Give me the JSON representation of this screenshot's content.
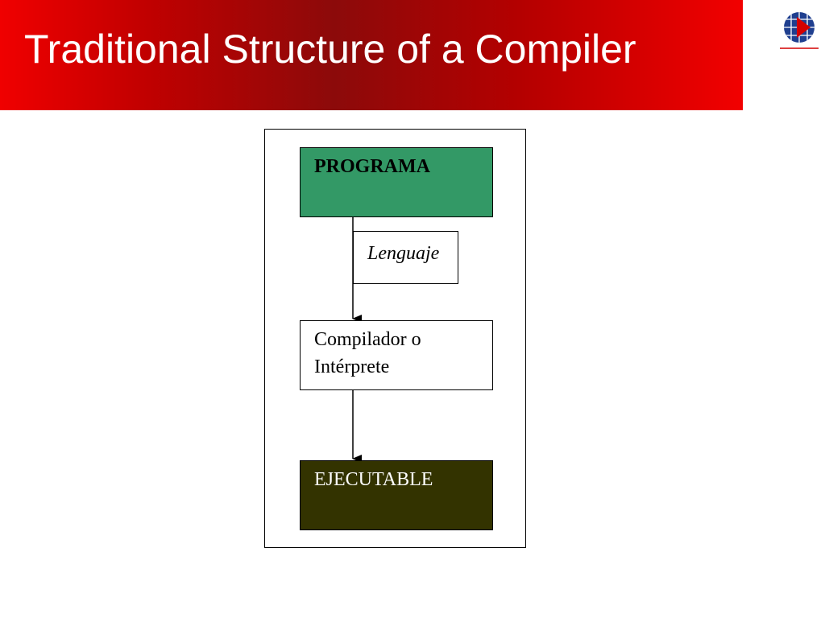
{
  "header": {
    "title": "Traditional Structure of a Compiler",
    "background_color": "#d40000",
    "text_color": "#ffffff"
  },
  "logo": {
    "icon": "globe-logo-icon"
  },
  "diagram": {
    "nodes": [
      {
        "id": "programa",
        "label": "PROGRAMA",
        "fill": "#339966"
      },
      {
        "id": "lenguaje",
        "label": "Lenguaje",
        "fill": "#ffffff"
      },
      {
        "id": "compilador",
        "label": "Compilador o Intérprete",
        "line1": "Compilador o",
        "line2": "Intérprete",
        "fill": "#ffffff"
      },
      {
        "id": "ejecutable",
        "label": "EJECUTABLE",
        "fill": "#333300"
      }
    ],
    "edges": [
      {
        "from": "programa",
        "to": "compilador"
      },
      {
        "from": "compilador",
        "to": "ejecutable"
      }
    ]
  }
}
